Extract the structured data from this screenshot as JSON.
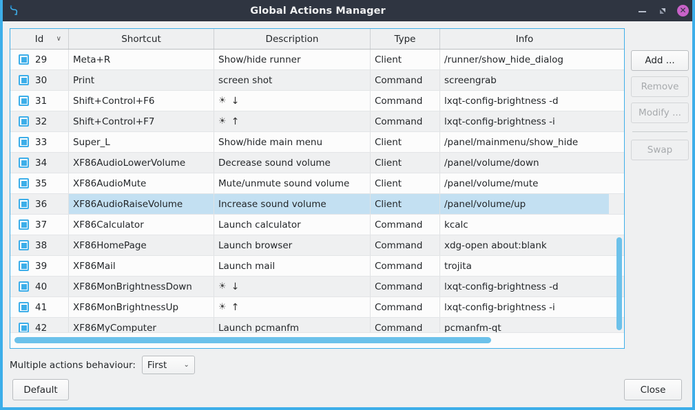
{
  "window": {
    "title": "Global Actions Manager",
    "app_icon": "lxqt-globalkeys-icon",
    "controls": {
      "minimize": "minimize-icon",
      "maximize": "maximize-icon",
      "close": "close-icon"
    }
  },
  "table": {
    "columns": [
      {
        "key": "id",
        "label": "Id",
        "sort_indicator": "∨"
      },
      {
        "key": "sc",
        "label": "Shortcut",
        "sort_indicator": ""
      },
      {
        "key": "desc",
        "label": "Description",
        "sort_indicator": ""
      },
      {
        "key": "type",
        "label": "Type",
        "sort_indicator": ""
      },
      {
        "key": "info",
        "label": "Info",
        "sort_indicator": ""
      }
    ],
    "rows": [
      {
        "id": "29",
        "sc": "Meta+R",
        "desc": "Show/hide runner",
        "type": "Client",
        "info": "/runner/show_hide_dialog",
        "selected": false,
        "checked": true
      },
      {
        "id": "30",
        "sc": "Print",
        "desc": "screen shot",
        "type": "Command",
        "info": "screengrab",
        "selected": false,
        "checked": true
      },
      {
        "id": "31",
        "sc": "Shift+Control+F6",
        "desc": "☀ ↓",
        "type": "Command",
        "info": "lxqt-config-brightness -d",
        "selected": false,
        "checked": true
      },
      {
        "id": "32",
        "sc": "Shift+Control+F7",
        "desc": "☀ ↑",
        "type": "Command",
        "info": "lxqt-config-brightness -i",
        "selected": false,
        "checked": true
      },
      {
        "id": "33",
        "sc": "Super_L",
        "desc": "Show/hide main menu",
        "type": "Client",
        "info": "/panel/mainmenu/show_hide",
        "selected": false,
        "checked": true
      },
      {
        "id": "34",
        "sc": "XF86AudioLowerVolume",
        "desc": "Decrease sound volume",
        "type": "Client",
        "info": "/panel/volume/down",
        "selected": false,
        "checked": true
      },
      {
        "id": "35",
        "sc": "XF86AudioMute",
        "desc": "Mute/unmute sound volume",
        "type": "Client",
        "info": "/panel/volume/mute",
        "selected": false,
        "checked": true
      },
      {
        "id": "36",
        "sc": "XF86AudioRaiseVolume",
        "desc": "Increase sound volume",
        "type": "Client",
        "info": "/panel/volume/up",
        "selected": true,
        "checked": true
      },
      {
        "id": "37",
        "sc": "XF86Calculator",
        "desc": "Launch calculator",
        "type": "Command",
        "info": "kcalc",
        "selected": false,
        "checked": true
      },
      {
        "id": "38",
        "sc": "XF86HomePage",
        "desc": "Launch browser",
        "type": "Command",
        "info": "xdg-open about:blank",
        "selected": false,
        "checked": true
      },
      {
        "id": "39",
        "sc": "XF86Mail",
        "desc": "Launch mail",
        "type": "Command",
        "info": "trojita",
        "selected": false,
        "checked": true
      },
      {
        "id": "40",
        "sc": "XF86MonBrightnessDown",
        "desc": "☀ ↓",
        "type": "Command",
        "info": "lxqt-config-brightness -d",
        "selected": false,
        "checked": true
      },
      {
        "id": "41",
        "sc": "XF86MonBrightnessUp",
        "desc": "☀ ↑",
        "type": "Command",
        "info": "lxqt-config-brightness -i",
        "selected": false,
        "checked": true
      },
      {
        "id": "42",
        "sc": "XF86MyComputer",
        "desc": "Launch pcmanfm",
        "type": "Command",
        "info": "pcmanfm-qt",
        "selected": false,
        "checked": true
      }
    ]
  },
  "side_buttons": [
    {
      "label": "Add ...",
      "enabled": true
    },
    {
      "label": "Remove",
      "enabled": false
    },
    {
      "label": "Modify ...",
      "enabled": false
    },
    {
      "label": "Swap",
      "enabled": false
    }
  ],
  "behaviour": {
    "label": "Multiple actions behaviour:",
    "value": "First",
    "chevron": "⌄"
  },
  "footer": {
    "default_label": "Default",
    "close_label": "Close"
  },
  "colors": {
    "titlebar_bg": "#2f3541",
    "window_border": "#3daee9",
    "accent": "#3daee9",
    "selection": "#c3e0f2",
    "scrollbar": "#6cc1ea",
    "close_button": "#c862c8",
    "background": "#eff0f1"
  }
}
